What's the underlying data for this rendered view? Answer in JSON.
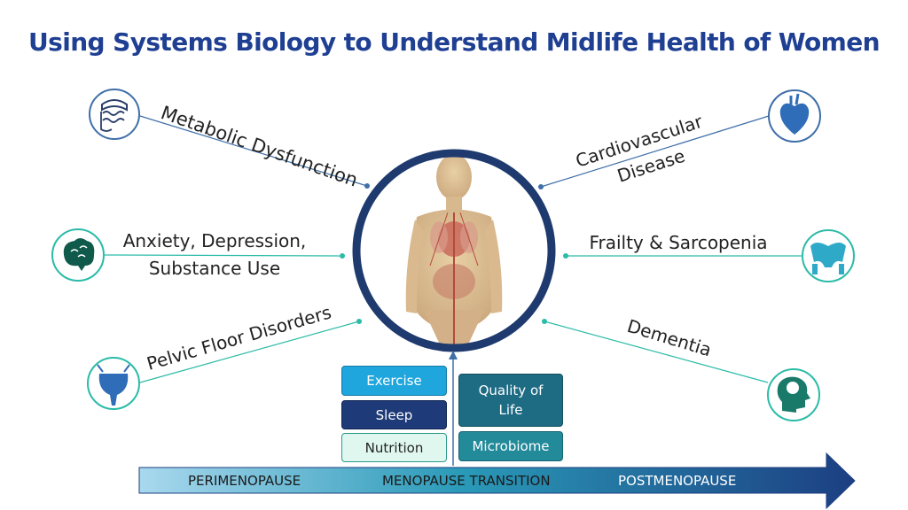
{
  "title": "Using Systems Biology to Understand Midlife Health of Women",
  "conditions": {
    "metabolic": "Metabolic Dysfunction",
    "cardio_line1": "Cardiovascular",
    "cardio_line2": "Disease",
    "anxiety_line1": "Anxiety, Depression,",
    "anxiety_line2": "Substance Use",
    "frailty": "Frailty & Sarcopenia",
    "pelvic": "Pelvic Floor Disorders",
    "dementia": "Dementia"
  },
  "icons": {
    "metabolic": "digestive-organs-icon",
    "cardio": "heart-icon",
    "anxiety": "brain-icon",
    "frailty": "pelvis-icon",
    "pelvic": "bladder-icon",
    "dementia": "head-brain-icon",
    "center": "human-anatomy-icon"
  },
  "factors": {
    "exercise": "Exercise",
    "sleep": "Sleep",
    "nutrition": "Nutrition",
    "quality_of_life_line1": "Quality of",
    "quality_of_life_line2": "Life",
    "microbiome": "Microbiome"
  },
  "timeline": {
    "stage1": "PERIMENOPAUSE",
    "stage2": "MENOPAUSE TRANSITION",
    "stage3": "POSTMENOPAUSE"
  },
  "colors": {
    "title": "#1f3f93",
    "ring": "#1e3a6e",
    "line_blue": "#3f6fa8",
    "line_teal": "#2bbba8",
    "exercise": "#1fa6dd",
    "sleep": "#1e3a78",
    "nutrition": "#dff7ef",
    "quality_of_life": "#1e6b84",
    "microbiome": "#238a9a",
    "arrow_start": "#a9d8ee",
    "arrow_end": "#1c3f82"
  }
}
